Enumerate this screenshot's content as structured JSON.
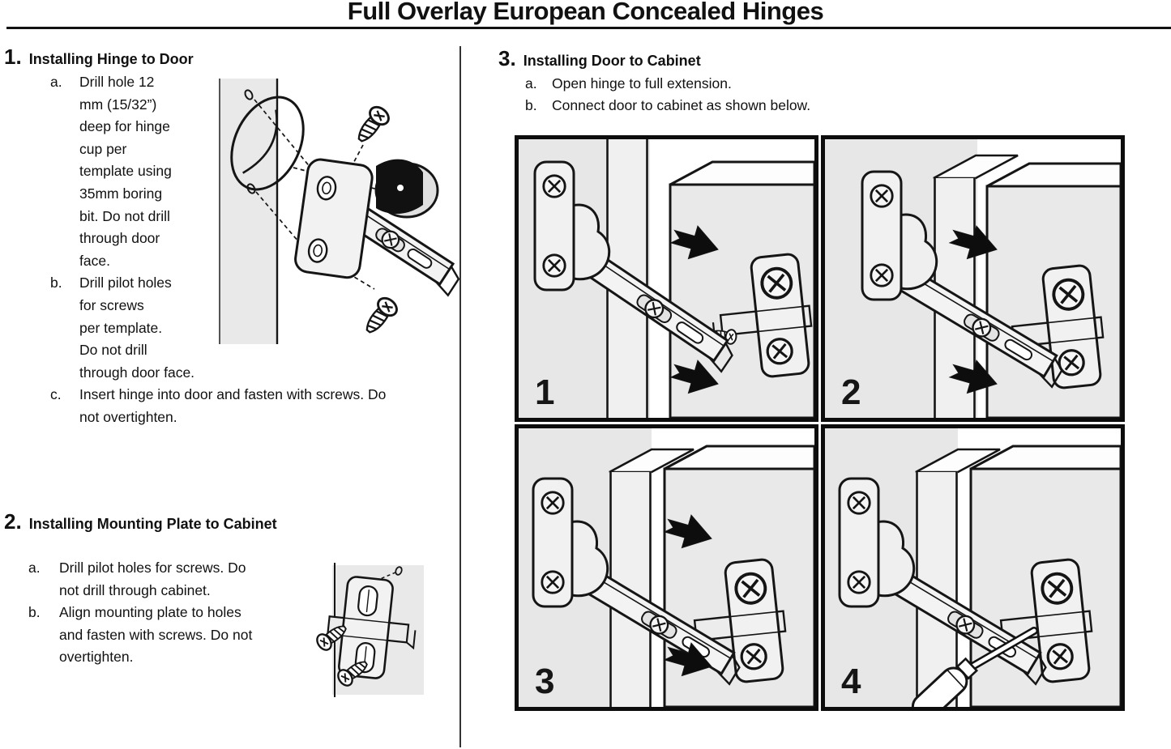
{
  "title": "Full Overlay European Concealed Hinges",
  "sections": {
    "s1": {
      "number": "1.",
      "heading": "Installing Hinge to Door",
      "items": [
        {
          "label": "a.",
          "text": [
            "Drill hole 12",
            "mm (15/32”)",
            "deep for hinge",
            "cup per",
            "template using",
            "35mm boring",
            "bit. Do not drill",
            "through door",
            "face."
          ]
        },
        {
          "label": "b.",
          "text": [
            "Drill pilot holes",
            "for screws",
            "per template.",
            "Do not drill",
            "through door face."
          ]
        },
        {
          "label": "c.",
          "text": [
            "Insert hinge into door and fasten with screws. Do",
            "not overtighten."
          ]
        }
      ]
    },
    "s2": {
      "number": "2.",
      "heading": "Installing Mounting Plate to Cabinet",
      "items": [
        {
          "label": "a.",
          "text": [
            "Drill pilot holes for screws. Do",
            "not drill through cabinet."
          ]
        },
        {
          "label": "b.",
          "text": [
            "Align mounting plate to holes",
            "and fasten with screws. Do not",
            "overtighten."
          ]
        }
      ]
    },
    "s3": {
      "number": "3.",
      "heading": "Installing Door to Cabinet",
      "items": [
        {
          "label": "a.",
          "text": [
            "Open hinge to full extension."
          ]
        },
        {
          "label": "b.",
          "text": [
            "Connect door to cabinet as shown below."
          ]
        }
      ]
    }
  },
  "panels": [
    {
      "label": "1"
    },
    {
      "label": "2"
    },
    {
      "label": "3"
    },
    {
      "label": "4"
    }
  ],
  "colors": {
    "line": "#151515",
    "panel_bg": "#e7e7e7",
    "door_fill": "#f0f0f0",
    "metal_fill": "#f2f2f2",
    "cup_dark": "#111111"
  }
}
